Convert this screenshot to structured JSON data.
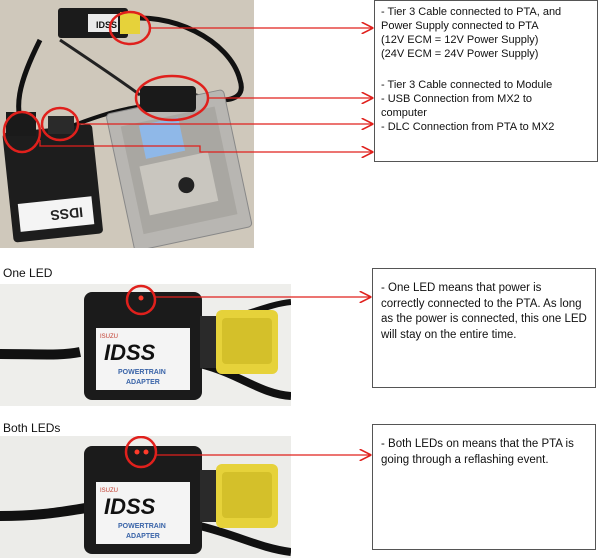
{
  "setup_note": {
    "lines": [
      "- Tier 3 Cable connected to PTA, and",
      "Power Supply connected to PTA",
      "(12V ECM = 12V Power Supply)",
      "(24V ECM = 24V Power Supply)"
    ],
    "module_line": "- Tier 3 Cable connected to Module",
    "usb_line_1": "- USB Connection from MX2 to",
    "usb_line_2": "computer",
    "dlc_line": "- DLC Connection from PTA to MX2"
  },
  "one_led": {
    "caption": "One LED",
    "note": " - One LED means that power is correctly connected to the PTA. As long as the power is connected, this one LED will stay on the entire time."
  },
  "both_leds": {
    "caption": "Both LEDs",
    "note": "- Both LEDs on means that the PTA is going through a reflashing event."
  },
  "device": {
    "brand": "ISUZU",
    "logo": "IDSS",
    "label_1": "POWERTRAIN",
    "label_2": "ADAPTER"
  },
  "colors": {
    "annotation_red": "#e0201c",
    "connector_yellow": "#e6d23a",
    "device_black": "#1b1b1b",
    "led_red": "#ff3b2a"
  }
}
